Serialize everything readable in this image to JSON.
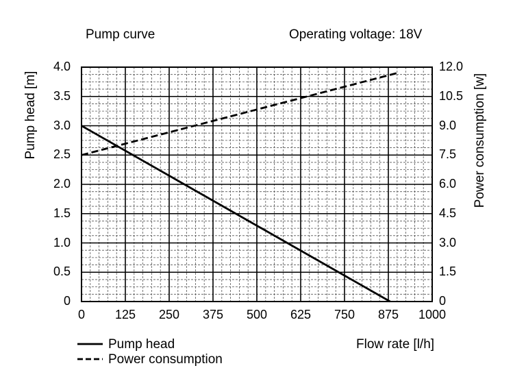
{
  "header": {
    "left_title": "Pump curve",
    "right_title": "Operating voltage: 18V"
  },
  "chart_data": {
    "type": "line",
    "title": "Pump curve",
    "subtitle": "Operating voltage: 18V",
    "xlabel": "Flow rate [l/h]",
    "ylabel": "Pump head [m]",
    "y2label": "Power consumption [w]",
    "xlim": [
      0,
      1000
    ],
    "ylim": [
      0,
      4.0
    ],
    "y2lim": [
      0,
      12.0
    ],
    "x_ticks": [
      "0",
      "125",
      "250",
      "375",
      "500",
      "625",
      "750",
      "875",
      "1000"
    ],
    "y_ticks": [
      "0",
      "0.5",
      "1.0",
      "1.5",
      "2.0",
      "2.5",
      "3.0",
      "3.5",
      "4.0"
    ],
    "y2_ticks": [
      "0",
      "1.5",
      "3.0",
      "4.5",
      "6.0",
      "7.5",
      "9.0",
      "10.5",
      "12.0"
    ],
    "grid": true,
    "legend": "bottom-left",
    "series": [
      {
        "name": "Pump head",
        "axis": "left",
        "style": "solid",
        "x": [
          0,
          880
        ],
        "y": [
          3.0,
          0
        ]
      },
      {
        "name": "Power consumption",
        "axis": "right",
        "style": "dashed",
        "x": [
          0,
          900
        ],
        "y": [
          7.5,
          11.7
        ]
      }
    ]
  }
}
